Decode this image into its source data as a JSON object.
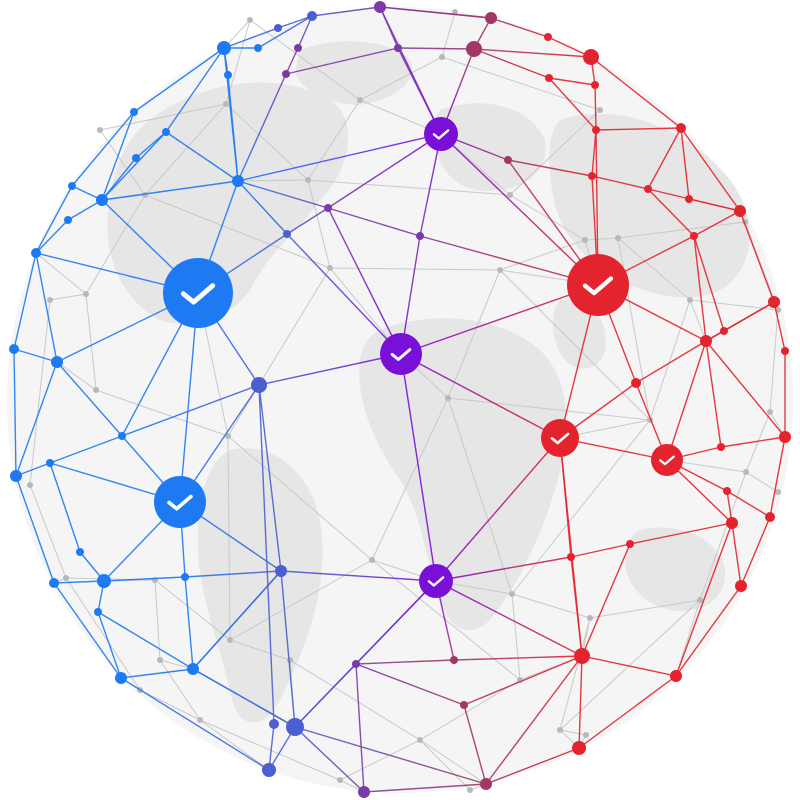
{
  "colors": {
    "blue": "#1e7af2",
    "purple": "#7a0fd8",
    "red": "#e3232e",
    "mid_blue": "#4a5fd0",
    "mid_violet": "#7b3aa8",
    "mid_wine": "#a33665",
    "sphere_fill": "#f5f5f5",
    "land": "#e6e6e6",
    "grey_line": "#c9c9c9",
    "grey_node": "#b8b8b8",
    "check": "#ffffff"
  },
  "badges": [
    {
      "name": "badge-blue-large",
      "color": "blue",
      "icon": "checkmark-icon"
    },
    {
      "name": "badge-blue-lower",
      "color": "blue",
      "icon": "checkmark-icon"
    },
    {
      "name": "badge-purple-top",
      "color": "purple",
      "icon": "checkmark-icon"
    },
    {
      "name": "badge-purple-center",
      "color": "purple",
      "icon": "checkmark-icon"
    },
    {
      "name": "badge-purple-bottom",
      "color": "purple",
      "icon": "checkmark-icon"
    },
    {
      "name": "badge-red-large",
      "color": "red",
      "icon": "checkmark-icon"
    },
    {
      "name": "badge-red-middle",
      "color": "red",
      "icon": "checkmark-icon"
    },
    {
      "name": "badge-red-right",
      "color": "red",
      "icon": "checkmark-icon"
    }
  ]
}
